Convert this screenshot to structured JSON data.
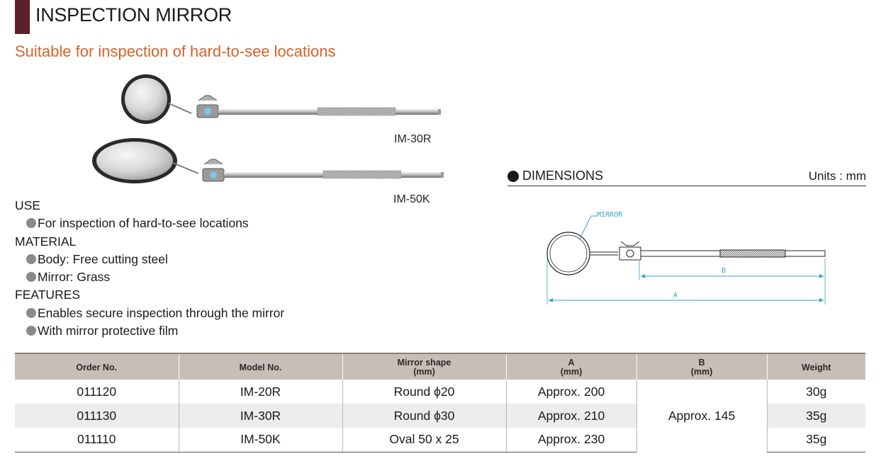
{
  "header": {
    "title": "INSPECTION MIRROR",
    "subtitle": "Suitable for inspection of hard-to-see locations"
  },
  "products": [
    {
      "model": "IM-30R"
    },
    {
      "model": "IM-50K"
    }
  ],
  "spec": {
    "use_heading": "USE",
    "use_items": [
      "For inspection of hard-to-see locations"
    ],
    "material_heading": "MATERIAL",
    "material_items": [
      "Body: Free cutting steel",
      "Mirror: Grass"
    ],
    "features_heading": "FEATURES",
    "features_items": [
      "Enables secure inspection through the mirror",
      "With mirror protective film"
    ]
  },
  "dimensions": {
    "heading": "DIMENSIONS",
    "units": "Units : mm",
    "label_mirror": "MIRROR",
    "label_a": "A",
    "label_b": "B"
  },
  "table": {
    "headers": {
      "order_no": "Order No.",
      "model_no": "Model No.",
      "mirror_shape": "Mirror shape",
      "mirror_shape_unit": "(mm)",
      "a": "A",
      "a_unit": "(mm)",
      "b": "B",
      "b_unit": "(mm)",
      "weight": "Weight"
    },
    "rows": [
      {
        "order_no": "011120",
        "model_no": "IM-20R",
        "mirror_shape": "Round ϕ20",
        "a": "Approx. 200",
        "weight": "30g"
      },
      {
        "order_no": "011130",
        "model_no": "IM-30R",
        "mirror_shape": "Round ϕ30",
        "a": "Approx. 210",
        "weight": "35g"
      },
      {
        "order_no": "011110",
        "model_no": "IM-50K",
        "mirror_shape": "Oval 50 x 25",
        "a": "Approx. 230",
        "weight": "35g"
      }
    ],
    "b_value": "Approx. 145"
  }
}
